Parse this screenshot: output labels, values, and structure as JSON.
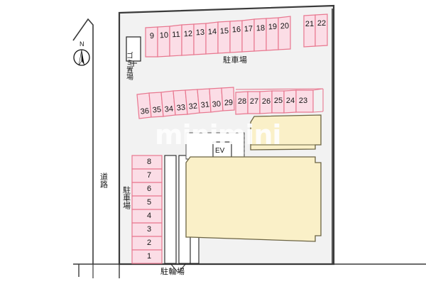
{
  "plan": {
    "title": "apartment-site-plan",
    "watermark": "minimini",
    "colors": {
      "stall_fill": "#fbdde6",
      "stall_stroke": "#e8778f",
      "building_fill": "#faf0c8",
      "building_stroke": "#6b6342",
      "site_fill": "#f2f2f2",
      "boundary_stroke": "#3a3a3a",
      "text": "#141414"
    },
    "labels": {
      "road": "道路",
      "parking_top": "駐車場",
      "parking_left": "駐車場",
      "garbage": "ゴミ置場",
      "bicycle": "駐輪場",
      "elevator": "EV",
      "north": "N"
    },
    "rows": {
      "top_row": {
        "name": "top-parking-row",
        "numbers": [
          "9",
          "10",
          "11",
          "12",
          "13",
          "14",
          "15",
          "16",
          "17",
          "18",
          "19",
          "20",
          "21",
          "22"
        ]
      },
      "middle_row": {
        "name": "middle-parking-row",
        "numbers": [
          "36",
          "35",
          "34",
          "33",
          "32",
          "31",
          "30",
          "29",
          "28",
          "27",
          "26",
          "25",
          "24",
          "23"
        ]
      },
      "left_column": {
        "name": "left-parking-column",
        "numbers": [
          "8",
          "7",
          "6",
          "5",
          "4",
          "3",
          "2",
          "1"
        ]
      }
    }
  }
}
